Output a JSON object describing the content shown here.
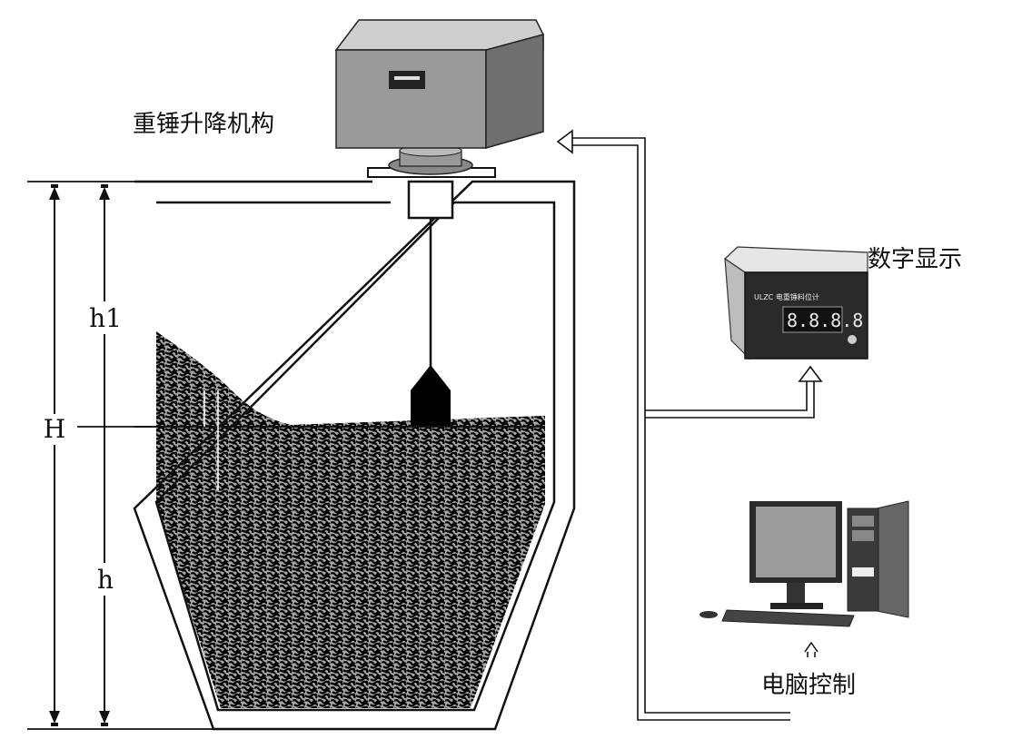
{
  "labels": {
    "lift_mechanism": "重锤升降机构",
    "digital_display": "数字显示",
    "computer_control": "电脑控制",
    "dim_H": "H",
    "dim_h1": "h1",
    "dim_h": "h"
  },
  "display_panel": {
    "model_text": "ULZC 电重锤料位计",
    "readout": "8.8.8.8"
  },
  "colors": {
    "line": "#111111",
    "material": "#000000",
    "box_top": "#cfcfcf",
    "box_front": "#9a9a9a"
  }
}
